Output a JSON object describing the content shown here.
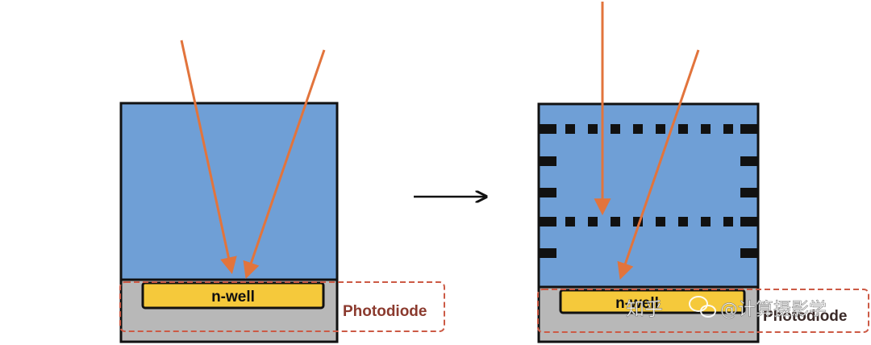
{
  "diagram": {
    "left": {
      "nwell_label": "n-well",
      "photodiode_label": "Photodiode"
    },
    "right": {
      "nwell_label": "n-well",
      "photodiode_label": "Photodiode"
    },
    "colors": {
      "substrate": "#6f9fd6",
      "base": "#b8b8b8",
      "nwell": "#f5c93b",
      "outline": "#111111",
      "ray": "#e2743c",
      "photodiode_dash": "#cc5a45",
      "photodiode_text": "#8b3a2e",
      "metal": "#111111",
      "arrow": "#111111"
    },
    "watermark": {
      "platform": "知乎",
      "author": "@计算摄影学"
    }
  }
}
